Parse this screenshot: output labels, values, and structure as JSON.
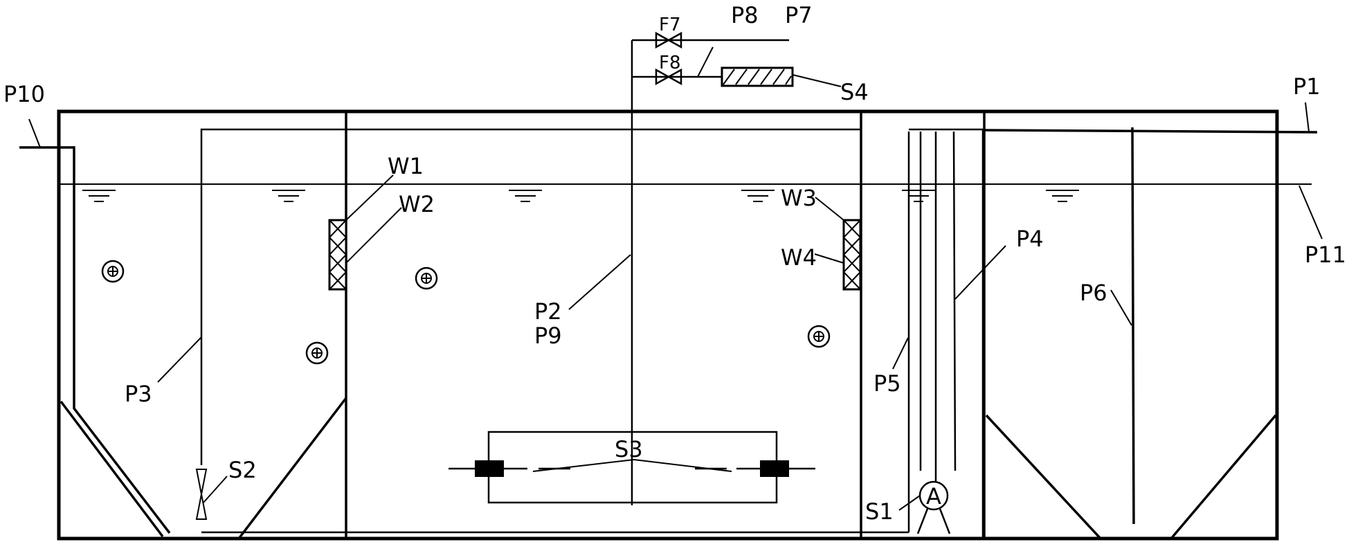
{
  "labels": {
    "p10": "P10",
    "p1": "P1",
    "p11": "P11",
    "f7": "F7",
    "f8": "F8",
    "p8": "P8",
    "p7": "P7",
    "s4": "S4",
    "w1": "W1",
    "w2": "W2",
    "w3": "W3",
    "w4": "W4",
    "p2": "P2",
    "p9": "P9",
    "p3": "P3",
    "p4": "P4",
    "p5": "P5",
    "p6": "P6",
    "s1": "S1",
    "s2": "S2",
    "s3": "S3"
  },
  "pump_symbol": "A",
  "icons": {
    "valve": "valve-icon",
    "filter": "filter-cartridge-icon",
    "aerator": "aerator-diffuser-icon",
    "water_level": "water-level-icon",
    "membrane": "membrane-module-icon",
    "pump": "pump-icon",
    "mixer": "propeller-mixer-icon"
  }
}
